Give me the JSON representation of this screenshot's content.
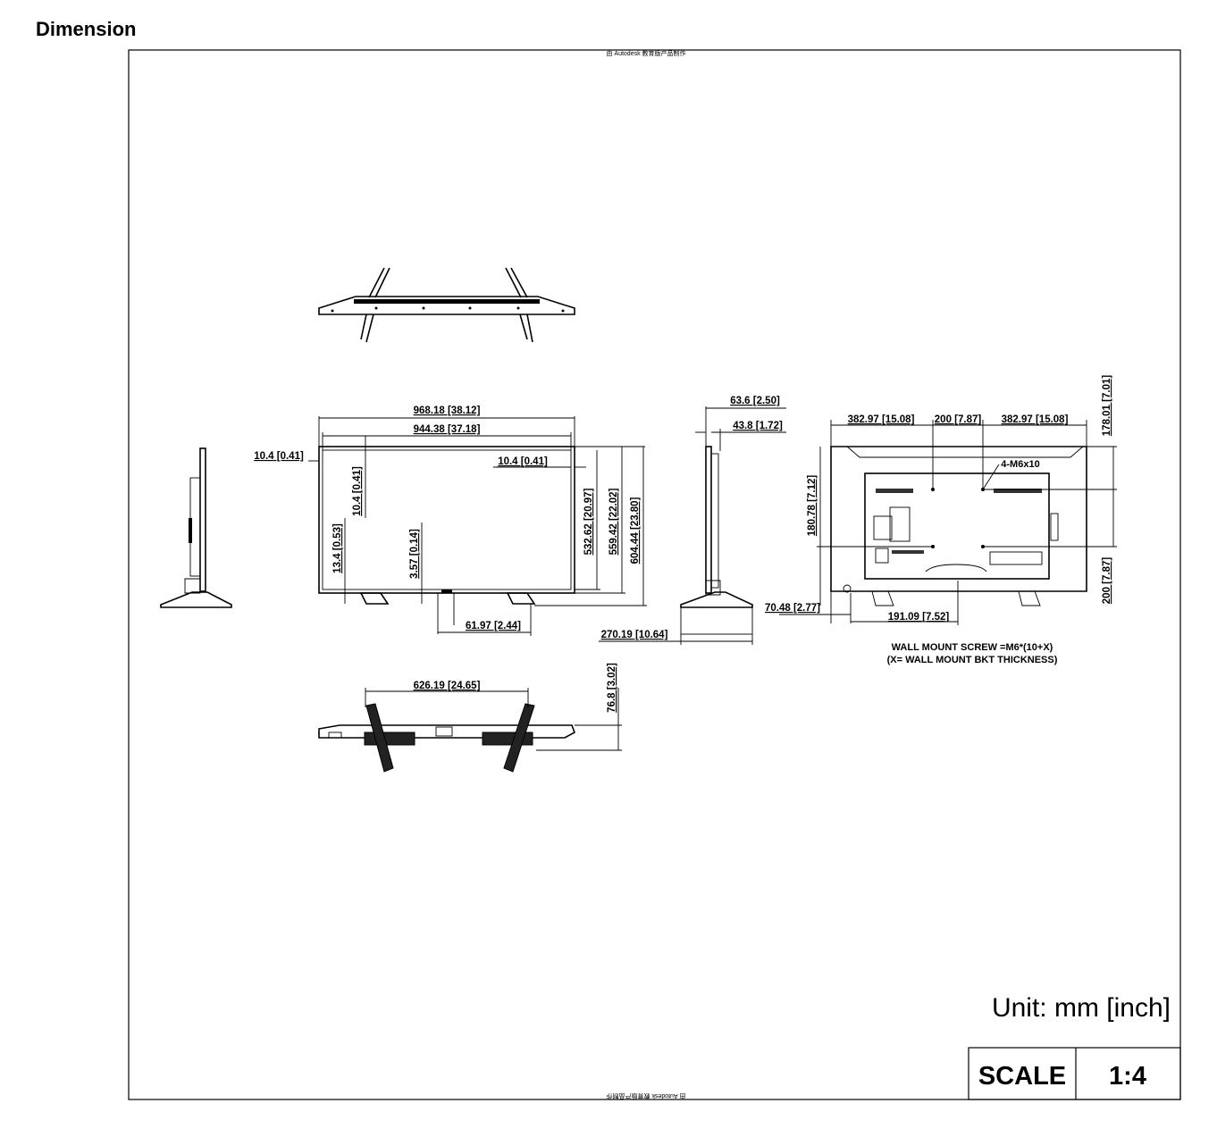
{
  "page": {
    "header_fragment": "Dimension",
    "top_stamp": "由 Autodesk 教育版产品制作",
    "bottom_stamp": "由 Autodesk 教育版产品制作",
    "unit_label": "Unit: mm [inch]",
    "scale_label": "SCALE",
    "scale_value": "1:4"
  },
  "front_view": {
    "overall_width": "968.18 [38.12]",
    "panel_width": "944.38 [37.18]",
    "left_bezel": "10.4 [0.41]",
    "right_bezel": "10.4 [0.41]",
    "top_bezel": "10.4 [0.41]",
    "bottom_bezel": "13.4 [0.53]",
    "logo_gap": "3.57 [0.14]",
    "active_height": "532.62 [20.97]",
    "panel_height": "559.42 [22.02]",
    "overall_height": "604.44 [23.80]",
    "foot_offset": "61.97 [2.44]"
  },
  "side_view": {
    "depth_overall": "63.6 [2.50]",
    "depth_panel": "43.8 [1.72]",
    "stand_depth": "270.19 [10.64]"
  },
  "rear_view": {
    "left_span": "382.97 [15.08]",
    "vesa_width": "200 [7.87]",
    "right_span": "382.97 [15.08]",
    "top_offset": "178.01 [7.01]",
    "screw_label": "4-M6x10",
    "side_height": "180.78 [7.12]",
    "vesa_height": "200 [7.87]",
    "left_offset": "70.48 [2.77]",
    "center_offset": "191.09 [7.52]",
    "note_line1": "WALL  MOUNT SCREW =M6*(10+X)",
    "note_line2": "(X= WALL  MOUNT BKT THICKNESS)"
  },
  "bottom_view": {
    "stand_span": "626.19 [24.65]",
    "stand_depth": "76.8 [3.02]"
  }
}
